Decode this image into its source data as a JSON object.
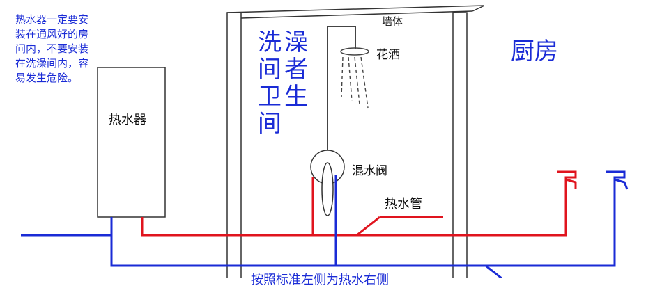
{
  "labels": {
    "warning": "热水器一定要安装在通风好的房间内，不要安装在洗澡间内，容易发生危险。",
    "heater": "热水器",
    "bathroom_col1": "洗间卫间",
    "bathroom_col2": "澡者生",
    "wall": "墙体",
    "shower_head": "花洒",
    "kitchen": "厨房",
    "mixing_valve": "混水阀",
    "hot_water_pipe": "热水管",
    "bottom_note": "按照标准左侧为热水右侧"
  },
  "colors": {
    "hot_pipe": "#e0141e",
    "cold_pipe": "#1a2bd6",
    "outline": "#333333",
    "text_blue": "#1a2bd6"
  }
}
